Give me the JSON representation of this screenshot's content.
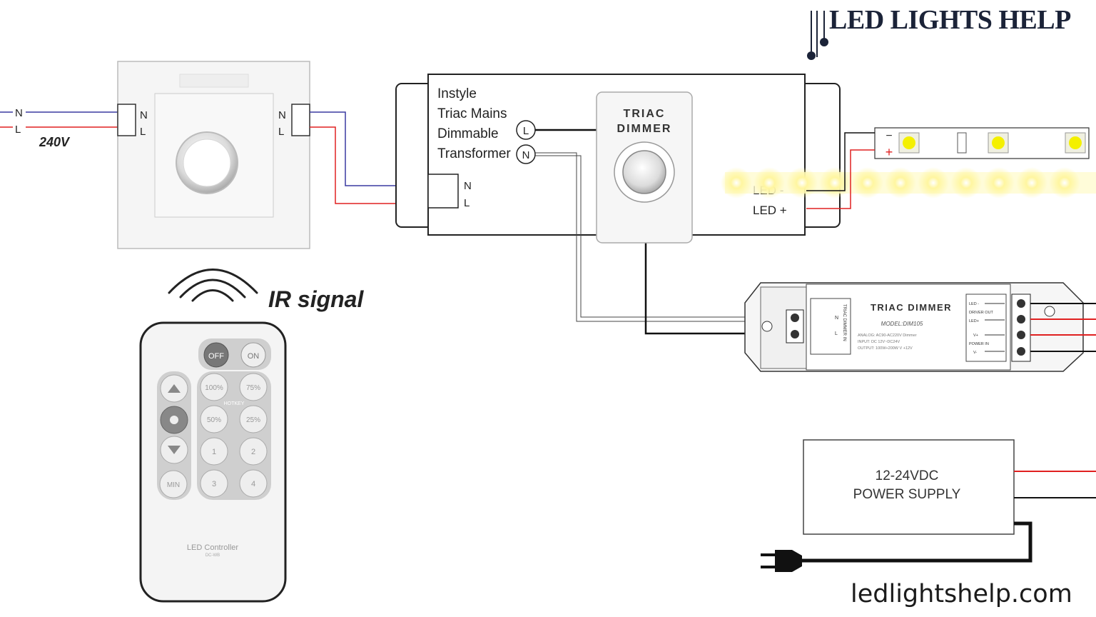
{
  "brand": {
    "title": "LED LIGHTS HELP",
    "website": "ledlightshelp.com"
  },
  "mains": {
    "n_label": "N",
    "l_label": "L",
    "voltage": "240V"
  },
  "wall_dimmer": {
    "n_in": "N",
    "l_in": "L",
    "n_out": "N",
    "l_out": "L"
  },
  "transformer": {
    "line1": "Instyle",
    "line2": "Triac Mains",
    "line3": "Dimmable",
    "line4": "Transformer",
    "term_l": "L",
    "term_n": "N",
    "in_n": "N",
    "in_l": "L",
    "out_neg": "LED -",
    "out_pos": "LED +"
  },
  "triac_knob": {
    "line1": "TRIAC",
    "line2": "DIMMER"
  },
  "led_strip": {
    "minus": "−",
    "plus": "+"
  },
  "ir": {
    "label": "IR signal"
  },
  "remote": {
    "off": "OFF",
    "on": "ON",
    "p100": "100%",
    "p75": "75%",
    "hotkey": "HOTKEY",
    "p50": "50%",
    "p25": "25%",
    "k1": "1",
    "k2": "2",
    "k3": "3",
    "k4": "4",
    "min": "MIN",
    "brand": "LED Controller",
    "model": "DC-WB"
  },
  "module": {
    "title": "TRIAC DIMMER",
    "model": "MODEL:DIM105",
    "spec1": "ANALOG: AC90-AC220V Dimmer",
    "spec2": "INPUT: DC 12V~DC24V",
    "spec3": "OUTPUT: 100W+200W V +12V",
    "side_label": "TRIAC DIMMER IN",
    "t_led_neg": "LED -",
    "t_driver_out": "DRIVER OUT",
    "t_led_pos": "LED+",
    "t_v_pos": "V+",
    "t_power_in": "POWER IN",
    "t_v_neg": "V-",
    "in_n": "N",
    "in_l": "L"
  },
  "psu": {
    "line1": "12-24VDC",
    "line2": "POWER SUPPLY"
  },
  "colors": {
    "blue_wire": "#3a3aa0",
    "red_wire": "#e02020",
    "black_wire": "#111111",
    "brand": "#1b2338"
  }
}
